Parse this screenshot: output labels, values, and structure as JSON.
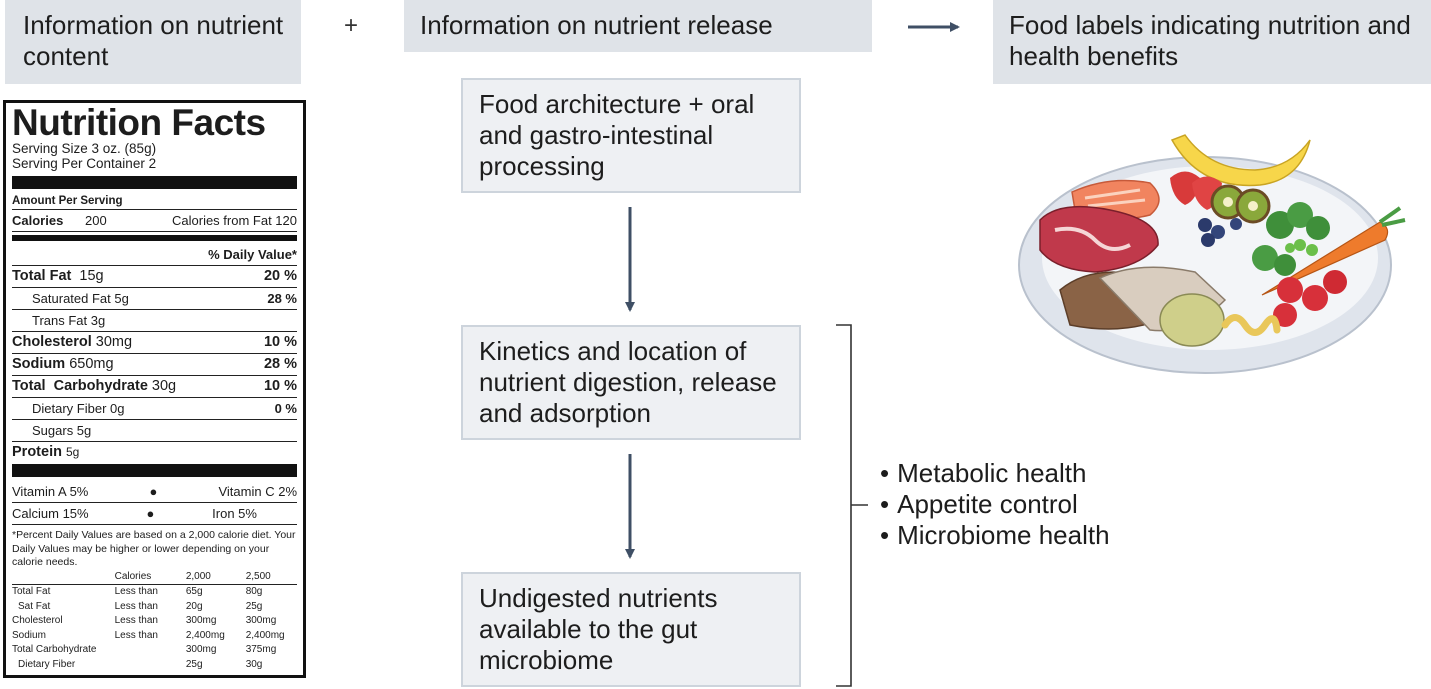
{
  "headers": {
    "nutrient_content": "Information on nutrient content",
    "plus": "+",
    "nutrient_release": "Information on nutrient release",
    "food_labels": "Food labels indicating nutrition and health benefits"
  },
  "flow": {
    "step1": "Food architecture + oral and gastro-intestinal processing",
    "step2": "Kinetics and location of nutrient digestion, release and adsorption",
    "step3": "Undigested nutrients available to the gut microbiome"
  },
  "outcomes": [
    "Metabolic health",
    "Appetite control",
    "Microbiome health"
  ],
  "nutrition_facts": {
    "title": "Nutrition Facts",
    "serving_size": "Serving Size 3 oz. (85g)",
    "servings_per_container": "Serving Per Container 2",
    "amount_per_serving": "Amount Per Serving",
    "calories_label": "Calories",
    "calories_value": "200",
    "calories_from_fat": "Calories from Fat 120",
    "daily_value_header": "% Daily Value*",
    "rows": [
      {
        "label": "Total Fat",
        "amount": "15g",
        "dv": "20 %"
      },
      {
        "label": "Saturated Fat 5g",
        "amount": "",
        "dv": "28 %"
      },
      {
        "label": "Trans Fat 3g",
        "amount": "",
        "dv": ""
      },
      {
        "label": "Cholesterol",
        "amount": "30mg",
        "dv": "10 %"
      },
      {
        "label": "Sodium",
        "amount": "650mg",
        "dv": "28 %"
      },
      {
        "label": "Total  Carbohydrate",
        "amount": "30g",
        "dv": "10 %"
      },
      {
        "label": "Dietary Fiber 0g",
        "amount": "",
        "dv": "0 %"
      },
      {
        "label": "Sugars 5g",
        "amount": "",
        "dv": ""
      },
      {
        "label": "Protein",
        "amount": "5g",
        "dv": ""
      }
    ],
    "vitamins": [
      {
        "left": "Vitamin A 5%",
        "right": "Vitamin C 2%"
      },
      {
        "left": "Calcium 15%",
        "right": "Iron 5%"
      }
    ],
    "footnote": "*Percent Daily Values are based on a 2,000 calorie diet. Your Daily Values may be higher or lower depending on your calorie needs.",
    "table_header": [
      "",
      "Calories",
      "2,000",
      "2,500"
    ],
    "table_rows": [
      [
        "Total Fat",
        "Less than",
        "65g",
        "80g"
      ],
      [
        "Sat Fat",
        "Less than",
        "20g",
        "25g"
      ],
      [
        "Cholesterol",
        "Less than",
        "300mg",
        "300mg"
      ],
      [
        "Sodium",
        "Less than",
        "2,400mg",
        "2,400mg"
      ],
      [
        "Total Carbohydrate",
        "",
        "300mg",
        "375mg"
      ],
      [
        "Dietary Fiber",
        "",
        "25g",
        "30g"
      ]
    ]
  },
  "colors": {
    "header_bg": "#dfe3e8",
    "box_bg": "#eef0f3",
    "box_border": "#cdd4dc",
    "arrow": "#3f4f65"
  }
}
